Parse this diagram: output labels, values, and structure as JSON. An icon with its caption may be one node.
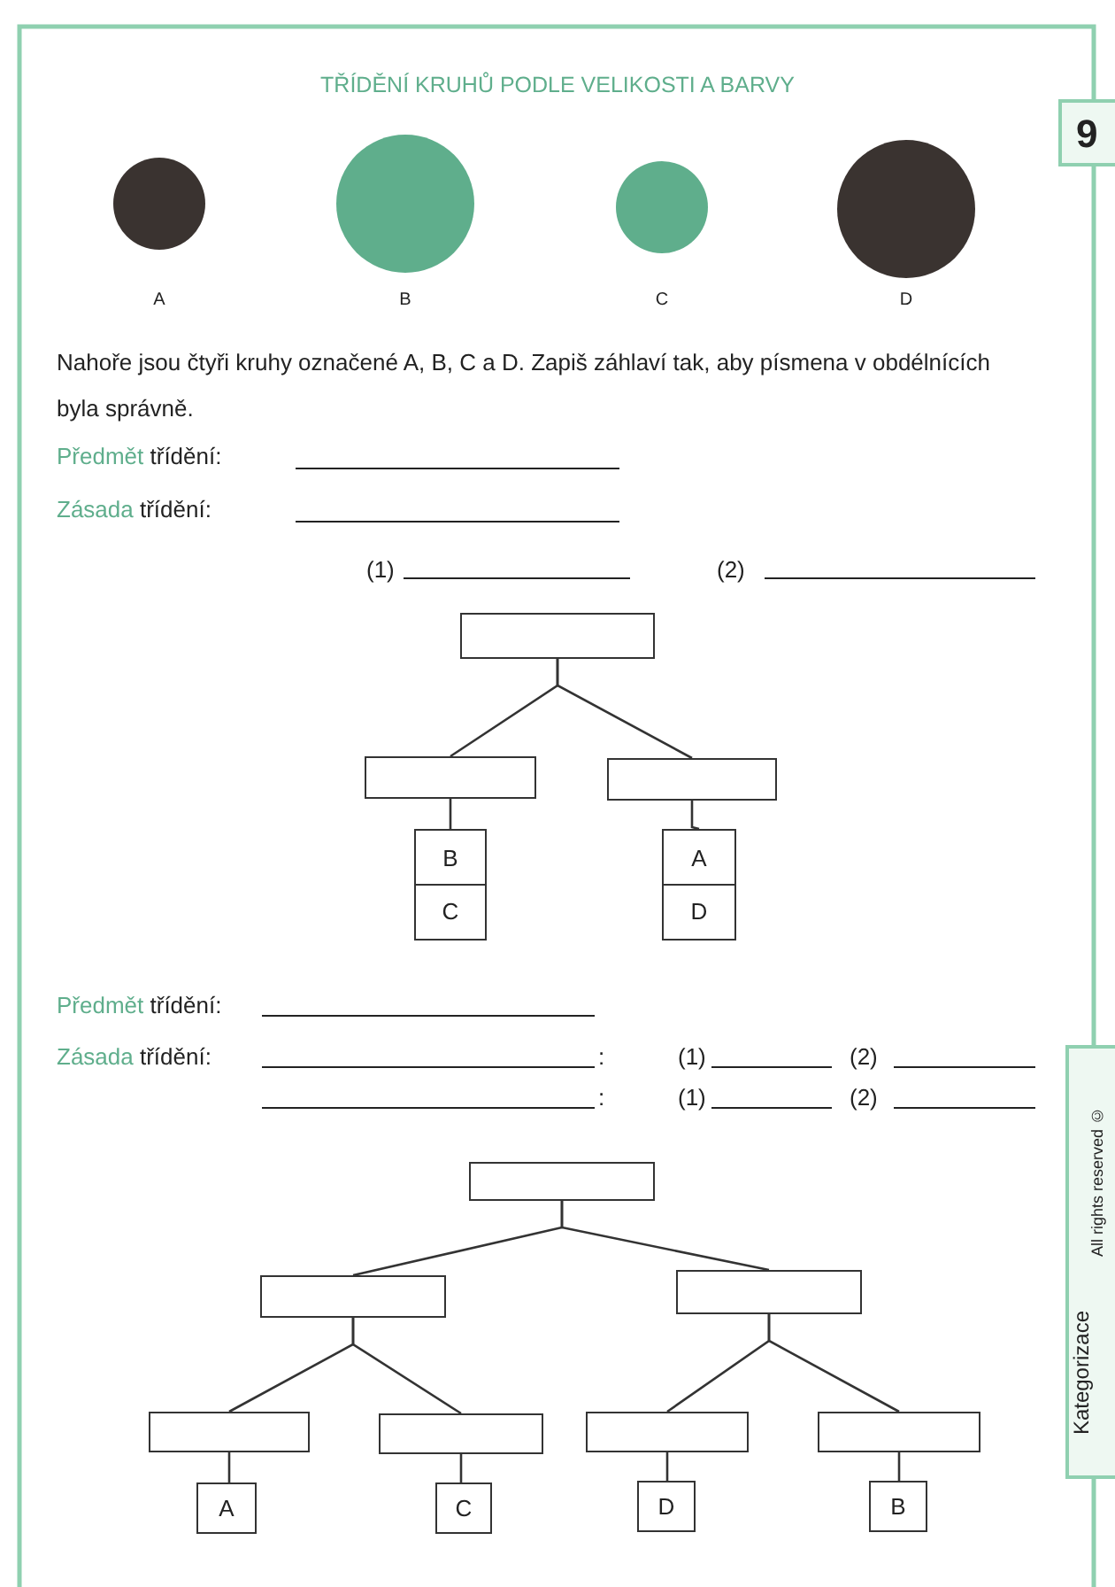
{
  "diagram": {
    "title": "TŘÍDĚNÍ KRUHŮ PODLE VELIKOSTI A BARVY",
    "nodes": [
      {
        "text": [],
        "shape": "circle",
        "beside": [
          "A"
        ]
      },
      {
        "text": [],
        "shape": "circle",
        "beside": [
          "B"
        ]
      },
      {
        "text": [],
        "shape": "circle",
        "beside": [
          "C"
        ]
      },
      {
        "text": [],
        "shape": "circle",
        "beside": [
          "D"
        ]
      },
      {
        "text": [],
        "shape": "box"
      },
      {
        "text": [],
        "shape": "box"
      },
      {
        "text": [],
        "shape": "box"
      },
      {
        "text": [
          "B",
          "C"
        ]
      },
      {
        "text": [
          "A",
          "D"
        ]
      },
      {
        "text": [],
        "shape": "box"
      },
      {
        "text": [],
        "shape": "box"
      },
      {
        "text": [],
        "shape": "box"
      },
      {
        "text": [],
        "shape": "box"
      },
      {
        "text": [],
        "shape": "box"
      },
      {
        "text": [],
        "shape": "box"
      },
      {
        "text": [],
        "shape": "box"
      },
      {
        "text": [
          "A"
        ]
      },
      {
        "text": [
          "C"
        ]
      },
      {
        "text": [
          "D"
        ]
      },
      {
        "text": [
          "B"
        ]
      }
    ],
    "edges": [
      {
        "from": 4,
        "to": 5,
        "arrow": "none"
      },
      {
        "from": 4,
        "to": 6,
        "arrow": "none"
      },
      {
        "from": 5,
        "to": 7,
        "arrow": "none"
      },
      {
        "from": 6,
        "to": 8,
        "arrow": "none"
      },
      {
        "from": 9,
        "to": 10,
        "arrow": "none"
      },
      {
        "from": 9,
        "to": 11,
        "arrow": "none"
      },
      {
        "from": 10,
        "to": 12,
        "arrow": "none"
      },
      {
        "from": 10,
        "to": 13,
        "arrow": "none"
      },
      {
        "from": 11,
        "to": 14,
        "arrow": "none"
      },
      {
        "from": 11,
        "to": 15,
        "arrow": "none"
      },
      {
        "from": 12,
        "to": 16,
        "arrow": "none"
      },
      {
        "from": 13,
        "to": 17,
        "arrow": "none"
      },
      {
        "from": 14,
        "to": 18,
        "arrow": "none"
      },
      {
        "from": 15,
        "to": 19,
        "arrow": "none"
      }
    ],
    "labels": [
      "9",
      "Nahoře jsou čtyři kruhy označené A, B, C a D. Zapiš záhlaví tak, aby písmena v obdélnících byla správně.",
      "Předmět třídění:",
      "Zásada třídění:",
      "(1)",
      "(2)",
      "Předmět třídění:",
      "Zásada třídění:",
      ":",
      "(1)",
      "(2)",
      ":",
      "(1)",
      "(2)",
      "Kategorizace",
      "All rights reserved ©"
    ]
  }
}
